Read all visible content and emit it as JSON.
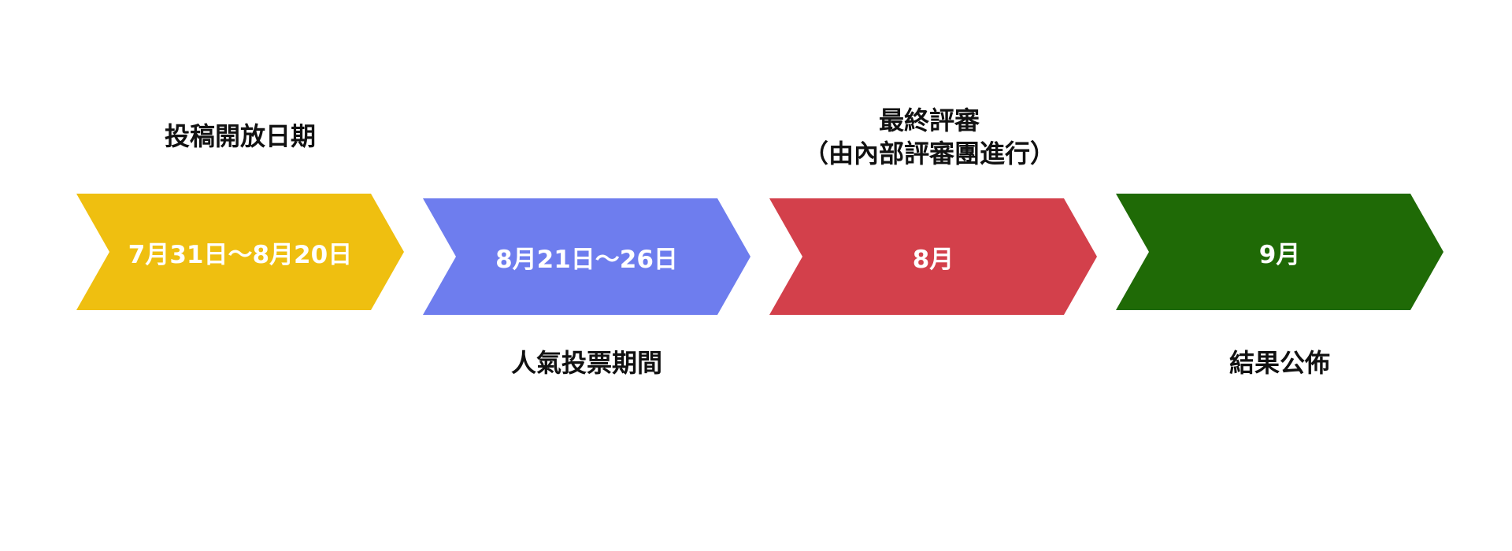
{
  "steps": [
    {
      "date": "7月31日〜8月20日",
      "label": "投稿開放日期",
      "label_line2": "",
      "color": "#EFBF10"
    },
    {
      "date": "8月21日〜26日",
      "label": "人氣投票期間",
      "label_line2": "",
      "color": "#6E7DEE"
    },
    {
      "date": "8月",
      "label": "最終評審",
      "label_line2": "（由內部評審團進行）",
      "color": "#D3404B"
    },
    {
      "date": "9月",
      "label": "結果公佈",
      "label_line2": "",
      "color": "#1F6A06"
    }
  ]
}
